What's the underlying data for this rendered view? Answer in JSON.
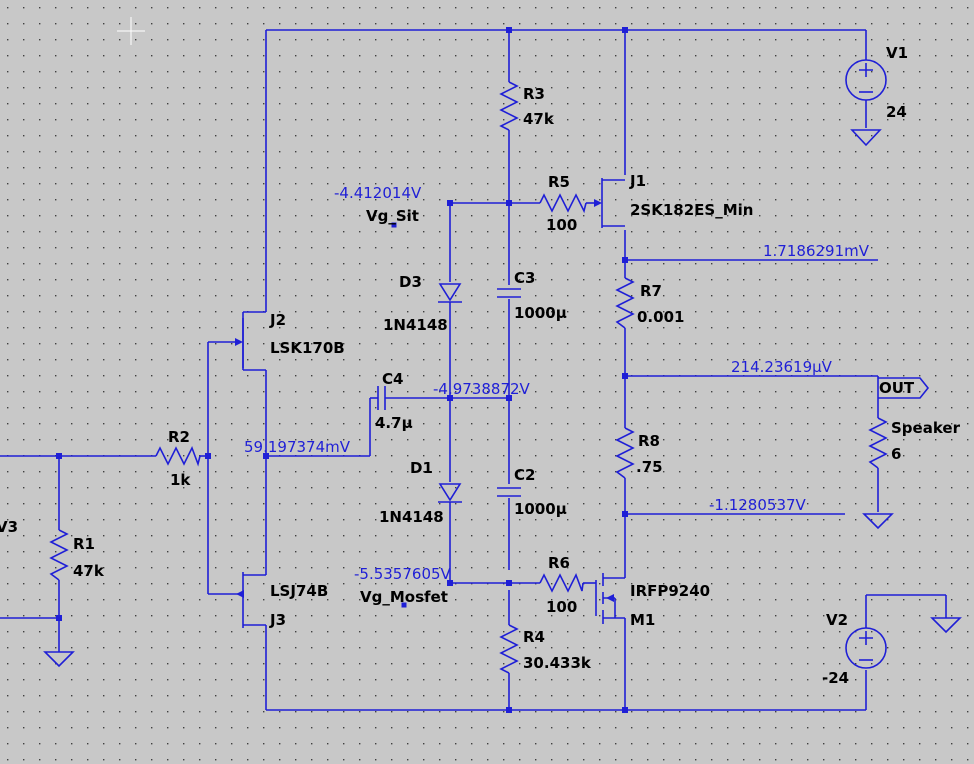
{
  "components": {
    "V1": {
      "name": "V1",
      "value": "24"
    },
    "V2": {
      "name": "V2",
      "value": "-24"
    },
    "V3": {
      "name": "V3"
    },
    "R1": {
      "name": "R1",
      "value": "47k"
    },
    "R2": {
      "name": "R2",
      "value": "1k"
    },
    "R3": {
      "name": "R3",
      "value": "47k"
    },
    "R4": {
      "name": "R4",
      "value": "30.433k"
    },
    "R5": {
      "name": "R5",
      "value": "100"
    },
    "R6": {
      "name": "R6",
      "value": "100"
    },
    "R7": {
      "name": "R7",
      "value": "0.001"
    },
    "R8": {
      "name": "R8",
      "value": ".75"
    },
    "C2": {
      "name": "C2",
      "value": "1000µ"
    },
    "C3": {
      "name": "C3",
      "value": "1000µ"
    },
    "C4": {
      "name": "C4",
      "value": "4.7µ"
    },
    "D1": {
      "name": "D1",
      "value": "1N4148"
    },
    "D3": {
      "name": "D3",
      "value": "1N4148"
    },
    "J1": {
      "name": "J1",
      "value": "2SK182ES_Min"
    },
    "J2": {
      "name": "J2",
      "value": "LSK170B"
    },
    "J3": {
      "name": "J3",
      "value": "LSJ74B"
    },
    "M1": {
      "name": "M1",
      "value": "IRFP9240"
    },
    "Speaker": {
      "name": "Speaker",
      "value": "6"
    }
  },
  "nets": {
    "vg_sit": "Vg_Sit",
    "vg_mosfet": "Vg_Mosfet",
    "out": "OUT"
  },
  "voltages": {
    "vg_sit": "-4.412014V",
    "vg_mosfet": "-5.5357605V",
    "mid_node": "-4.9738872V",
    "jfet_node": "59.197374mV",
    "j1_source": "1.7186291mV",
    "out_node": "214.23619µV",
    "m1_source": "-1.1280537V"
  }
}
